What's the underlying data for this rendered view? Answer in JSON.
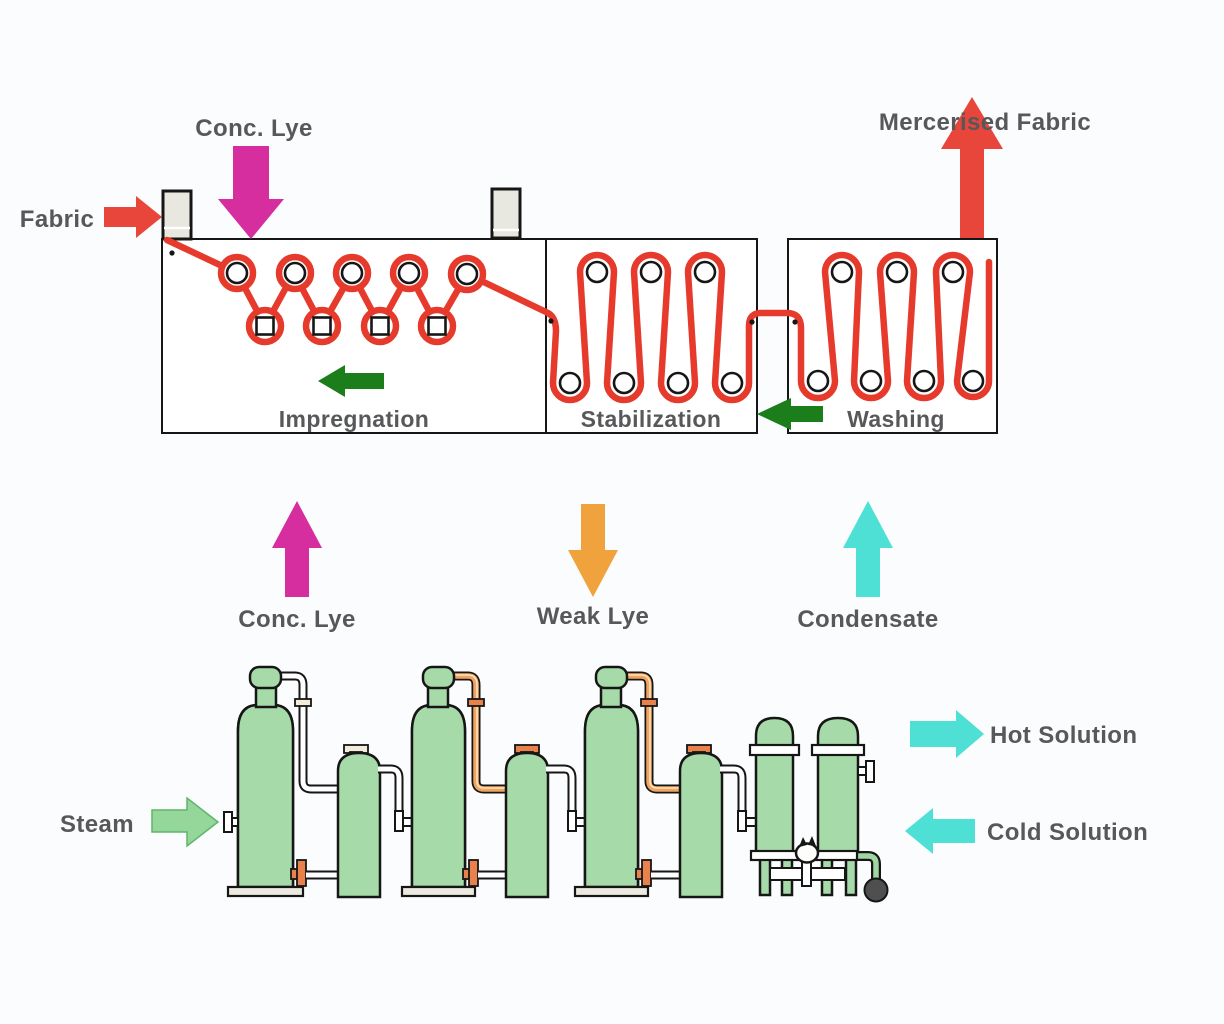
{
  "colors": {
    "red": "#e8463a",
    "path_red": "#e63a2c",
    "magenta": "#d62d9f",
    "green": "#1c7d1b",
    "steam_green": "#95d69a",
    "orange": "#f0a23c",
    "pipe_orange": "#f2a45f",
    "cyan": "#4fe0d5",
    "vessel_green": "#a6dba9",
    "liquid_green": "#1b6e12",
    "label_gray": "#57585a",
    "outline": "#161616",
    "flange_cream": "#f3ecda",
    "flange_orange": "#e8814b",
    "pump_gray": "#4f4f4f",
    "base_gray": "#eceadf",
    "padder_gray": "#e9e8e0",
    "background": "#fbfcfd",
    "box_white": "#ffffff"
  },
  "top_section": {
    "fabric_label": "Fabric",
    "conc_lye_label": "Conc. Lye",
    "mercerised_fabric_label": "Mercerised Fabric",
    "chambers": [
      {
        "label": "Impregnation"
      },
      {
        "label": "Stabilization"
      },
      {
        "label": "Washing"
      }
    ]
  },
  "middle_arrows": [
    {
      "label": "Conc. Lye",
      "direction": "up",
      "color_name": "magenta"
    },
    {
      "label": "Weak Lye",
      "direction": "down",
      "color_name": "orange"
    },
    {
      "label": "Condensate",
      "direction": "up",
      "color_name": "cyan"
    }
  ],
  "bottom_section": {
    "steam_label": "Steam",
    "hot_solution_label": "Hot Solution",
    "cold_solution_label": "Cold Solution"
  }
}
